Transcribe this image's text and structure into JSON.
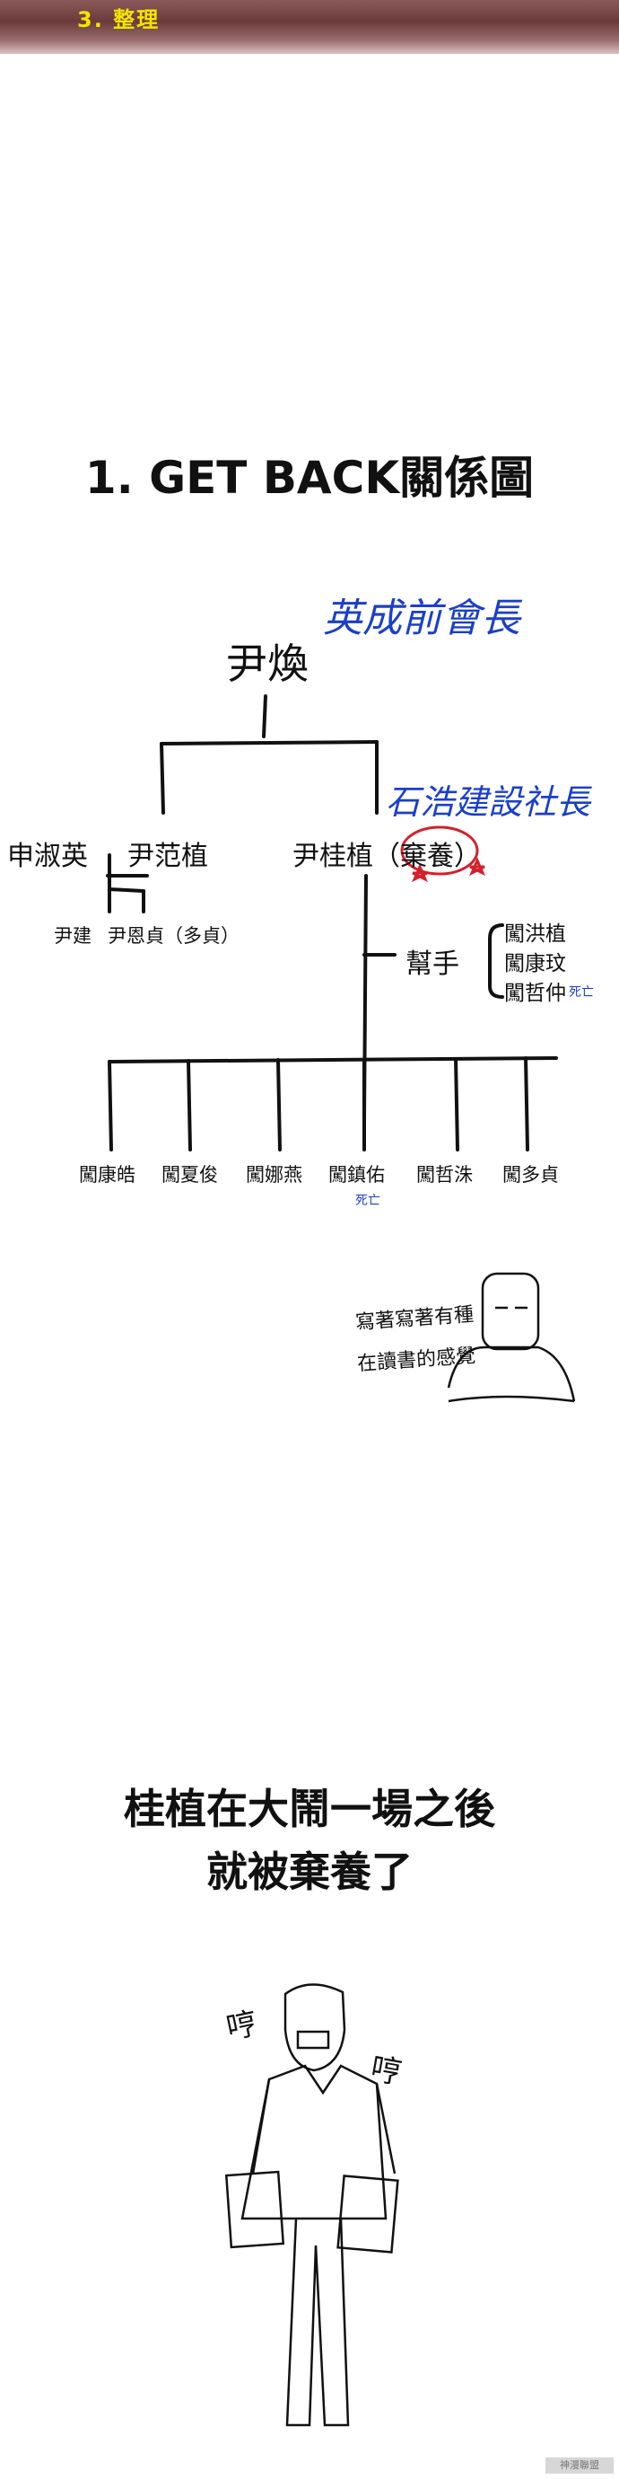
{
  "header": {
    "title": "3. 整理"
  },
  "section": {
    "title": "1. GET BACK關係圖"
  },
  "tree": {
    "root": "尹煥",
    "root_note": "英成前會長",
    "left_couple_wife": "申淑英",
    "left_couple_husband": "尹范植",
    "left_children": [
      "尹建",
      "尹恩貞（多貞）"
    ],
    "right_branch": "尹桂植（棄養）",
    "right_note": "石浩建設社長",
    "helper_label": "幫手",
    "helpers": [
      "闖洪植",
      "闖康玟",
      "闖哲仲"
    ],
    "helper_dead_note": "死亡",
    "children": [
      "闖康皓",
      "闖夏俊",
      "闖娜燕",
      "闖鎮佑",
      "闖哲洙",
      "闖多貞"
    ],
    "child_dead_note": "死亡"
  },
  "comment": {
    "line1": "寫著寫著有種",
    "line2": "在讀書的感覺"
  },
  "caption": {
    "line1": "桂植在大鬧一場之後",
    "line2": "就被棄養了"
  },
  "sound_effects": [
    "哼",
    "哼"
  ],
  "footer": {
    "watermark": "神漫聯盟"
  },
  "colors": {
    "ink": "#111111",
    "note_blue": "#1a3fc9",
    "circle_red": "#d4202a",
    "header_title": "#f2e600"
  }
}
